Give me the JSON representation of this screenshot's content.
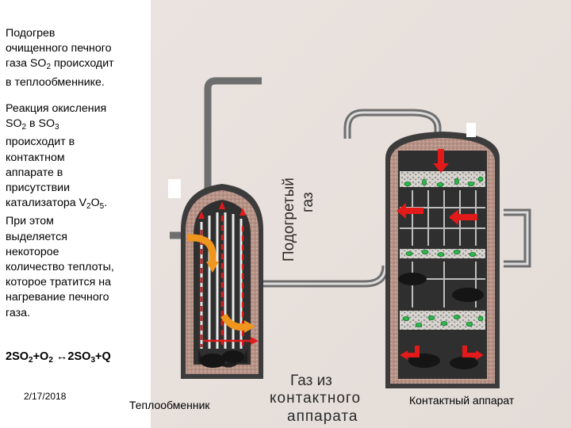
{
  "sidebar": {
    "para1": {
      "line1": "Подогрев",
      "line2": "очищенного печного",
      "line3_pre": "газа SO",
      "line3_sub": "2",
      "line3_post": " происходит",
      "line4": "в теплообменнике."
    },
    "para2": {
      "line1": "Реакция окисления",
      "line2_a": "SO",
      "line2_a_sub": "2",
      "line2_b": " в SO",
      "line2_b_sub": "3",
      "line3": "происходит в",
      "line4": "контактном",
      "line5": "аппарате в",
      "line6": "присутствии",
      "line7_pre": "катализатора V",
      "line7_sub1": "2",
      "line7_mid": "O",
      "line7_sub2": "5",
      "line7_post": ".",
      "line8": "При этом",
      "line9": "выделяется",
      "line10": "некоторое",
      "line11": "количество теплоты,",
      "line12": "которое тратится на",
      "line13": "нагревание печного",
      "line14": "газа."
    },
    "equation": {
      "a": "2SO",
      "a_sub": "2",
      "b": "+O",
      "b_sub": "2",
      "c": " ↔2SO",
      "c_sub": "3",
      "d": "+Q"
    },
    "date": "2/17/2018"
  },
  "diagram": {
    "label_heated_gas_1": "Подогретый",
    "label_heated_gas_2": "газ",
    "label_gas_from_1": "Газ из",
    "label_gas_from_2": "контактного",
    "label_gas_from_3": "аппарата"
  },
  "captions": {
    "heat_exchanger": "Теплообменник",
    "contact_apparatus": "Контактный аппарат"
  },
  "colors": {
    "pipe": "#6e6e6e",
    "vessel_wall": "#3c3c3c",
    "insulation": "#c9a69b",
    "red_arrow": "#e21a1a",
    "orange_arrow": "#f0961e",
    "catalyst": "#2db84a"
  }
}
